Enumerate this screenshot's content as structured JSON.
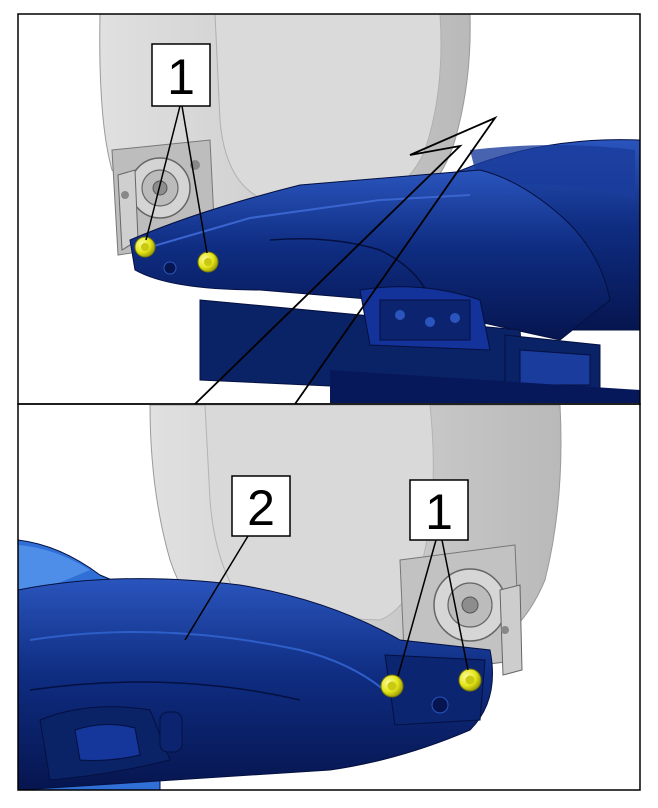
{
  "callouts": {
    "top_bolts": "1",
    "bottom_bolts": "1",
    "trim_panel": "2"
  },
  "colors": {
    "seat_blue": "#0d2a7a",
    "seat_blue_dark": "#061550",
    "seat_blue_light": "#2450b8",
    "backrest_gray": "#c9c9c9",
    "bolt_yellow": "#e6e817",
    "frame_gray": "#8f8f8f"
  },
  "icons": {
    "bolt": "yellow-bolt-icon"
  }
}
